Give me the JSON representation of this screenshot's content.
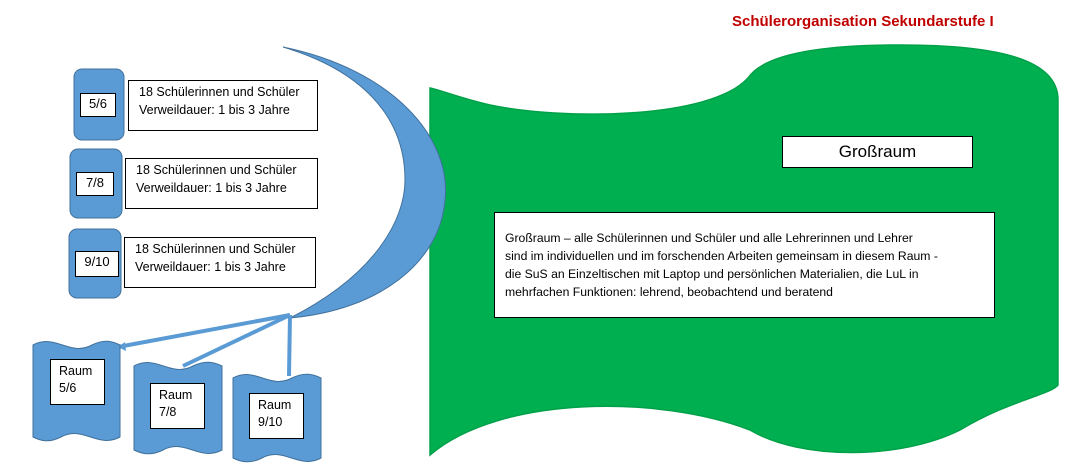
{
  "title": "Schülerorganisation Sekundarstufe I",
  "colors": {
    "title": "#c00000",
    "blue_shape": "#5b9bd5",
    "blue_border": "#41719c",
    "green_shape": "#00b050",
    "green_border": "#00a048"
  },
  "grades": [
    {
      "label": "5/6",
      "line1": "18 Schülerinnen und Schüler",
      "line2": "Verweildauer: 1 bis 3 Jahre"
    },
    {
      "label": "7/8",
      "line1": "18 Schülerinnen und Schüler",
      "line2": "Verweildauer: 1 bis 3 Jahre"
    },
    {
      "label": "9/10",
      "line1": "18 Schülerinnen und Schüler",
      "line2": "Verweildauer: 1 bis 3 Jahre"
    }
  ],
  "rooms": [
    {
      "word": "Raum",
      "grade": "5/6"
    },
    {
      "word": "Raum",
      "grade": "7/8"
    },
    {
      "word": "Raum",
      "grade": "9/10"
    }
  ],
  "grossraum": {
    "title": "Großraum",
    "lines": [
      "Großraum – alle Schülerinnen und Schüler und alle Lehrerinnen und Lehrer",
      "sind im individuellen und im forschenden Arbeiten gemeinsam in diesem Raum -",
      "die SuS an Einzeltischen mit Laptop und persönlichen Materialien, die LuL in",
      "mehrfachen Funktionen: lehrend, beobachtend und beratend"
    ]
  }
}
